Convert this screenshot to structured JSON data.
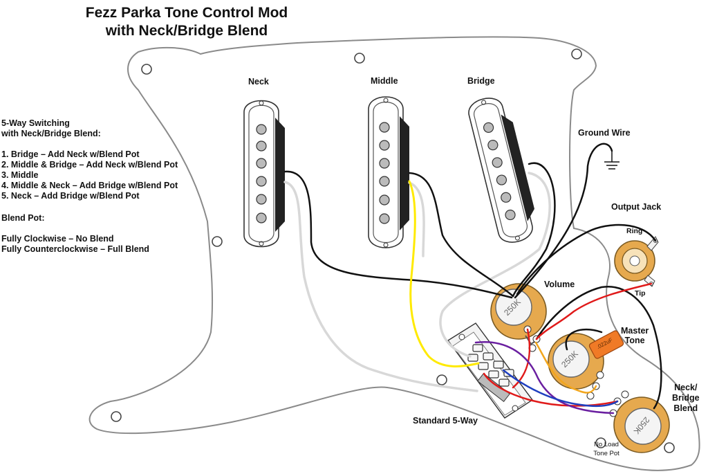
{
  "title": {
    "line1": "Fezz Parka Tone Control Mod",
    "line2": "with Neck/Bridge Blend"
  },
  "switching": {
    "heading1": "5-Way Switching",
    "heading2": "with Neck/Bridge Blend:",
    "positions": [
      "1. Bridge – Add Neck w/Blend Pot",
      "2. Middle & Bridge – Add Neck w/Blend Pot",
      "3. Middle",
      "4. Middle & Neck – Add Bridge w/Blend Pot",
      "5. Neck – Add Bridge w/Blend Pot"
    ]
  },
  "blend_pot": {
    "heading": "Blend Pot:",
    "lines": [
      "Fully Clockwise – No Blend",
      "Fully Counterclockwise – Full Blend"
    ]
  },
  "pickups": {
    "neck": "Neck",
    "middle": "Middle",
    "bridge": "Bridge"
  },
  "labels": {
    "ground_wire": "Ground Wire",
    "output_jack": "Output Jack",
    "ring": "Ring",
    "tip": "Tip",
    "volume": "Volume",
    "master_tone_1": "Master",
    "master_tone_2": "Tone",
    "blend_1": "Neck/",
    "blend_2": "Bridge",
    "blend_3": "Blend",
    "switch": "Standard 5-Way",
    "no_load_1": "No Load",
    "no_load_2": "Tone Pot"
  },
  "components": {
    "volume_pot_value": "250K",
    "tone_pot_value": "250K",
    "blend_pot_value": "250K",
    "capacitor_value": ".022uF"
  },
  "colors": {
    "pickguard_outline": "#8a8a8a",
    "pot_body": "#e6a94e",
    "capacitor": "#f07a26",
    "wire_black": "#111111",
    "wire_white": "#d8d8d8",
    "wire_red": "#e01a1a",
    "wire_yellow": "#ffea00",
    "wire_purple": "#6a1fa0",
    "wire_blue": "#1f3fbf",
    "wire_orange": "#f2a61d"
  }
}
